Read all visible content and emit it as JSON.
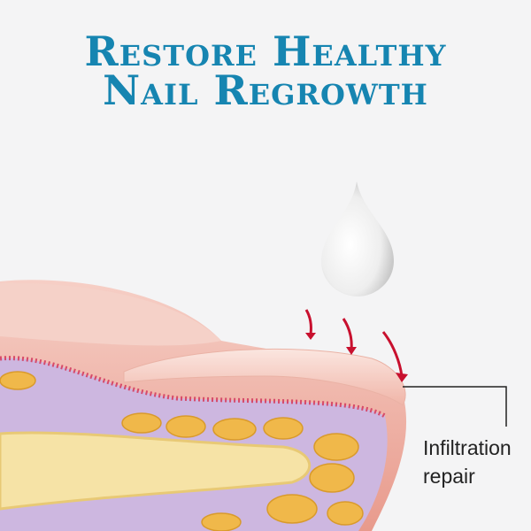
{
  "title": {
    "line1": "Restore Healthy",
    "line2": "Nail Regrowth"
  },
  "annotation": {
    "line1": "Infiltration",
    "line2": "repair"
  },
  "colors": {
    "title": "#1685b1",
    "arrow": "#c8102e",
    "skin": "#f2b9ad",
    "fat": "#f0b84a",
    "tissue": "#cdb7e0"
  }
}
